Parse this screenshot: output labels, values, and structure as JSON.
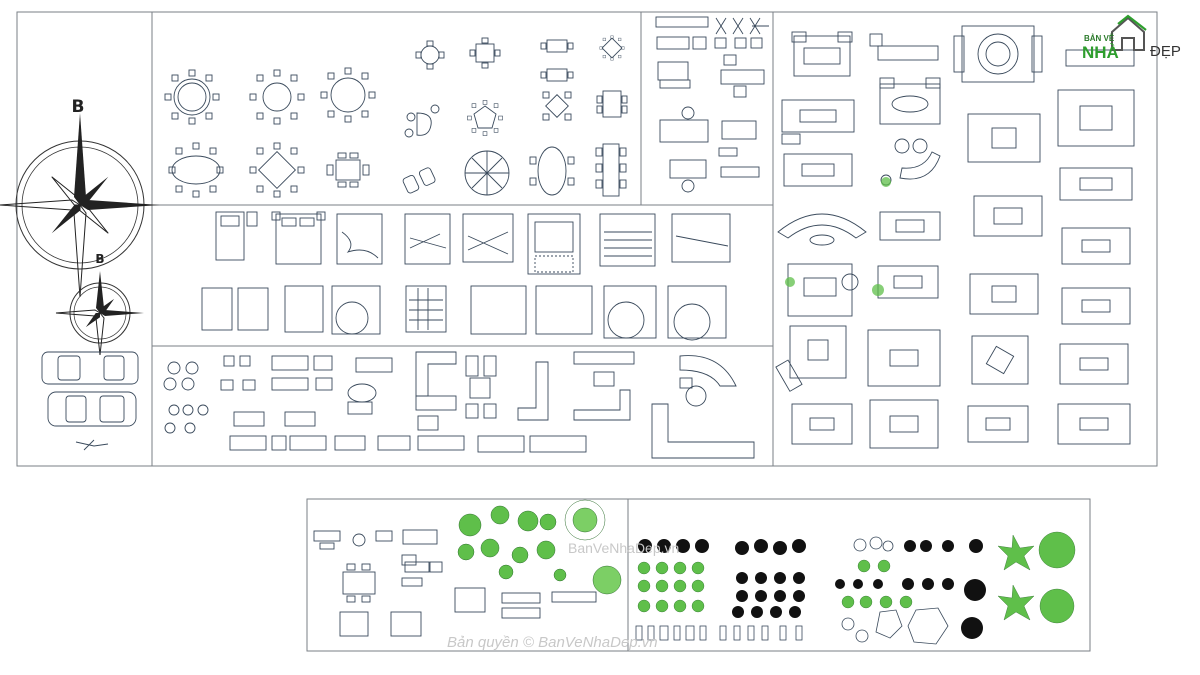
{
  "logo": {
    "line1": "BẢN VẼ",
    "line2": "NHÀ",
    "line3": "ĐẸP"
  },
  "compass": {
    "large_label": "B",
    "small_label": "B"
  },
  "watermarks": {
    "center": "BanVeNhaDep.vn",
    "bottom": "Bản quyền © BanVeNhaDep.vn"
  },
  "colors": {
    "line": "#3a4a5c",
    "frame": "#7a7f86",
    "plant_green": "#5fbf4a",
    "plant_dark": "#111111",
    "watermark": "#c8c8c8"
  }
}
